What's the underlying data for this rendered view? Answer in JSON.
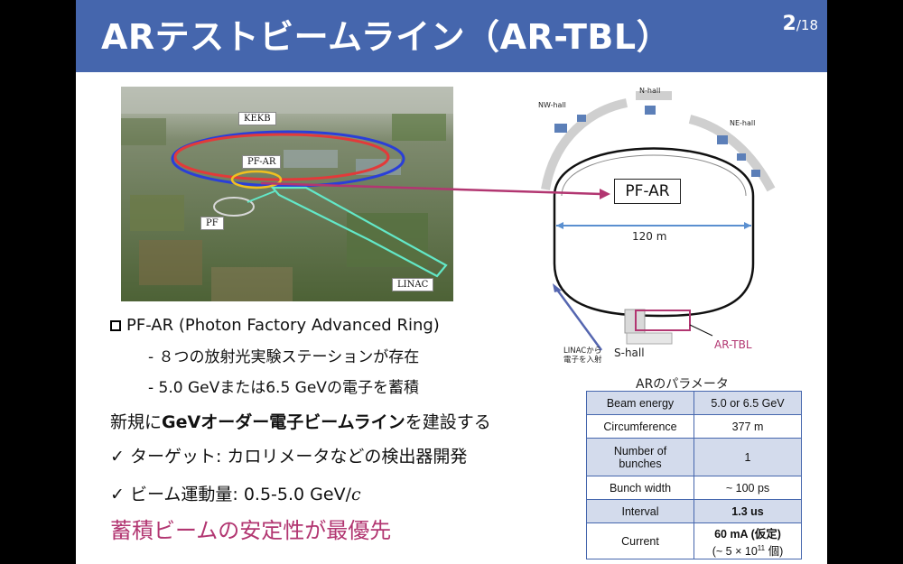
{
  "slide": {
    "title": "ARテストビームライン（AR-TBL）",
    "page_current": "2",
    "page_total": "/18"
  },
  "photo": {
    "labels": {
      "kekb": "KEKB",
      "pfar": "PF-AR",
      "pf": "PF",
      "linac": "LINAC"
    }
  },
  "diagram": {
    "halls": {
      "nw": "NW-hall",
      "n": "N-hall",
      "ne": "NE-hall",
      "s": "S-hall"
    },
    "ring_label": "PF-AR",
    "dimension": "120 m",
    "linac_note_line1": "LINACから",
    "linac_note_line2": "電子を入射",
    "tbl_label": "AR-TBL",
    "colors": {
      "ring": "#111111",
      "dimension": "#5a8fd0",
      "tbl": "#b23671",
      "arrow": "#b23671",
      "linac_arrow": "#5566b0"
    }
  },
  "text": {
    "bullet_main": "PF-AR (Photon Factory Advanced Ring)",
    "sub1": "-  ８つの放射光実験ステーションが存在",
    "sub2": "-  5.0 GeVまたは6.5 GeVの電子を蓄積",
    "new_pre": "新規に",
    "new_bold": "GeVオーダー電子ビームライン",
    "new_post": "を建設する",
    "check1": "✓ ターゲット: カロリメータなどの検出器開発",
    "check2_pre": "✓ ビーム運動量: 0.5-5.0 GeV/",
    "check2_var": "c",
    "highlight": "蓄積ビームの安定性が最優先",
    "highlight_color": "#b23671"
  },
  "params": {
    "caption": "ARのパラメータ",
    "rows": [
      {
        "key": "Beam energy",
        "value": "5.0 or 6.5 GeV"
      },
      {
        "key": "Circumference",
        "value": "377 m"
      },
      {
        "key_line1": "Number of",
        "key_line2": "bunches",
        "value": "1"
      },
      {
        "key": "Bunch width",
        "value": "~ 100 ps"
      },
      {
        "key": "Interval",
        "value": "1.3 us"
      },
      {
        "key": "Current",
        "value_line1": "60 mA (仮定)",
        "value_line2_pre": "(~ 5 × 10",
        "value_line2_sup": "11",
        "value_line2_post": " 個)"
      }
    ]
  },
  "theme": {
    "header_bg": "#4566ad",
    "table_border": "#4566ad",
    "table_fill": "#d3dbec"
  }
}
